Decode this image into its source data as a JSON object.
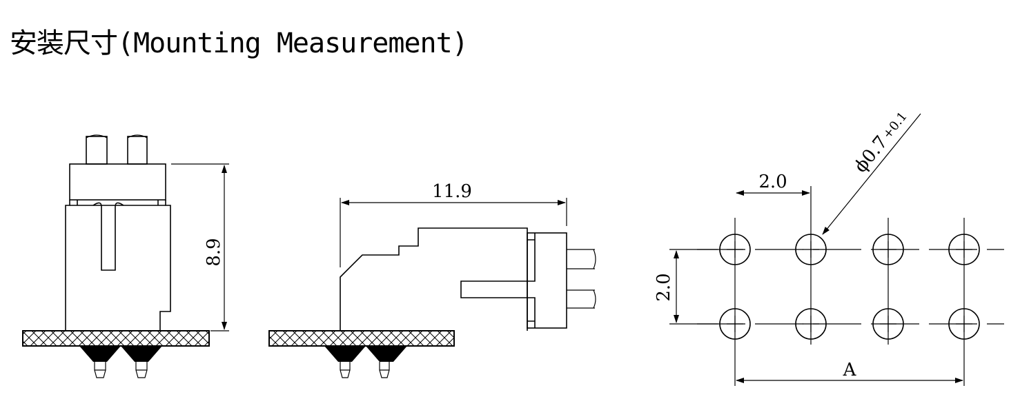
{
  "title": "安装尺寸(Mounting Measurement)",
  "side_view": {
    "height_dim": "8.9"
  },
  "front_view": {
    "length_dim": "11.9"
  },
  "hole_pattern": {
    "pitch_x": "2.0",
    "pitch_y": "2.0",
    "overall": "A",
    "hole_diameter": "ϕ0.7",
    "hole_tolerance": "+0.1",
    "rows": 2,
    "columns": 4
  }
}
